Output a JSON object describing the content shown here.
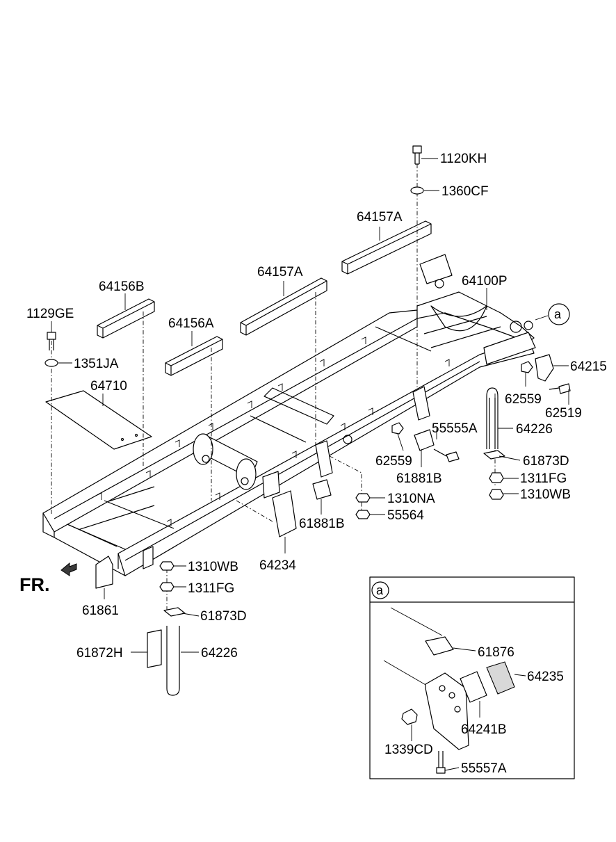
{
  "labels": {
    "p1120KH": "1120KH",
    "p1360CF": "1360CF",
    "p64157A_top": "64157A",
    "p64157A_mid": "64157A",
    "p64156B": "64156B",
    "p64156A": "64156A",
    "p64100P": "64100P",
    "p1129GE": "1129GE",
    "p1351JA": "1351JA",
    "p64710": "64710",
    "p64215": "64215",
    "p62559_right": "62559",
    "p62519": "62519",
    "p64226_right": "64226",
    "p55555A": "55555A",
    "p62559_mid": "62559",
    "p61873D_right": "61873D",
    "p61881B_right": "61881B",
    "p1311FG_right": "1311FG",
    "p1310WB_right": "1310WB",
    "p1310NA": "1310NA",
    "p55564": "55564",
    "p61881B_mid": "61881B",
    "p64234": "64234",
    "p1310WB_left": "1310WB",
    "p1311FG_left": "1311FG",
    "p61861": "61861",
    "p61873D_left": "61873D",
    "p61872H": "61872H",
    "p64226_left": "64226",
    "p61876": "61876",
    "p64235": "64235",
    "p64241B": "64241B",
    "p1339CD": "1339CD",
    "p55557A": "55557A"
  },
  "callout_letter": "a",
  "inset_letter": "a",
  "front_label": "FR."
}
